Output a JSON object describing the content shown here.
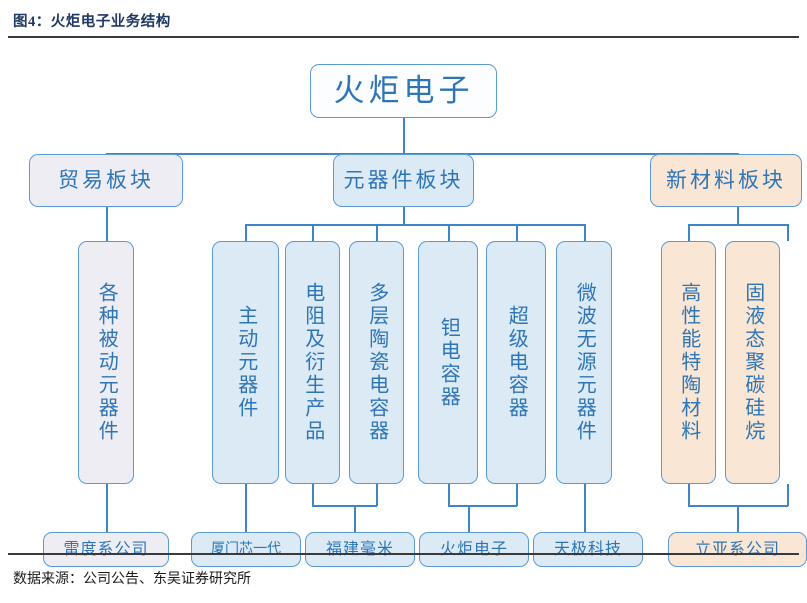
{
  "figure": {
    "title": "图4：火炬电子业务结构",
    "source": "数据来源：公司公告、东吴证券研究所",
    "accent_color": "#5b9bd5",
    "title_color": "#1f3864",
    "text_color": "#2e75b6"
  },
  "chart_data": {
    "type": "diagram",
    "title": "图4：火炬电子业务结构",
    "root": "火炬电子",
    "segments": [
      "贸易板块",
      "元器件板块",
      "新材料板块"
    ],
    "products": [
      "各种被动元器件",
      "主动元器件",
      "电阻及衍生产品",
      "多层陶瓷电容器",
      "钽电容器",
      "超级电容器",
      "微波无源元器件",
      "高性能特陶材料",
      "固液态聚碳硅烷"
    ],
    "companies": [
      "雷度系公司",
      "厦门芯一代",
      "福建毫米",
      "火炬电子",
      "天极科技",
      "立亚系公司"
    ]
  },
  "root": {
    "label": "火炬电子"
  },
  "segments": [
    {
      "label": "贸易板块",
      "fill": "#eeedf4"
    },
    {
      "label": "元器件板块",
      "fill": "#dbeaf5"
    },
    {
      "label": "新材料板块",
      "fill": "#fae6d5"
    }
  ],
  "products": [
    {
      "label": "各种被动元器件",
      "fill": "#eeedf4"
    },
    {
      "label": "主动元器件",
      "fill": "#dbeaf5"
    },
    {
      "label": "电阻及衍生产品",
      "fill": "#dbeaf5"
    },
    {
      "label": "多层陶瓷电容器",
      "fill": "#dbeaf5"
    },
    {
      "label": "钽电容器",
      "fill": "#dbeaf5"
    },
    {
      "label": "超级电容器",
      "fill": "#dbeaf5"
    },
    {
      "label": "微波无源元器件",
      "fill": "#dbeaf5"
    },
    {
      "label": "高性能特陶材料",
      "fill": "#fae6d5"
    },
    {
      "label": "固液态聚碳硅烷",
      "fill": "#fae6d5"
    }
  ],
  "companies": [
    {
      "label": "雷度系公司",
      "fill": "#eeedf4"
    },
    {
      "label": "厦门芯一代",
      "fill": "#dbeaf5"
    },
    {
      "label": "福建毫米",
      "fill": "#dbeaf5"
    },
    {
      "label": "火炬电子",
      "fill": "#dbeaf5"
    },
    {
      "label": "天极科技",
      "fill": "#dbeaf5"
    },
    {
      "label": "立亚系公司",
      "fill": "#fae6d5"
    }
  ]
}
